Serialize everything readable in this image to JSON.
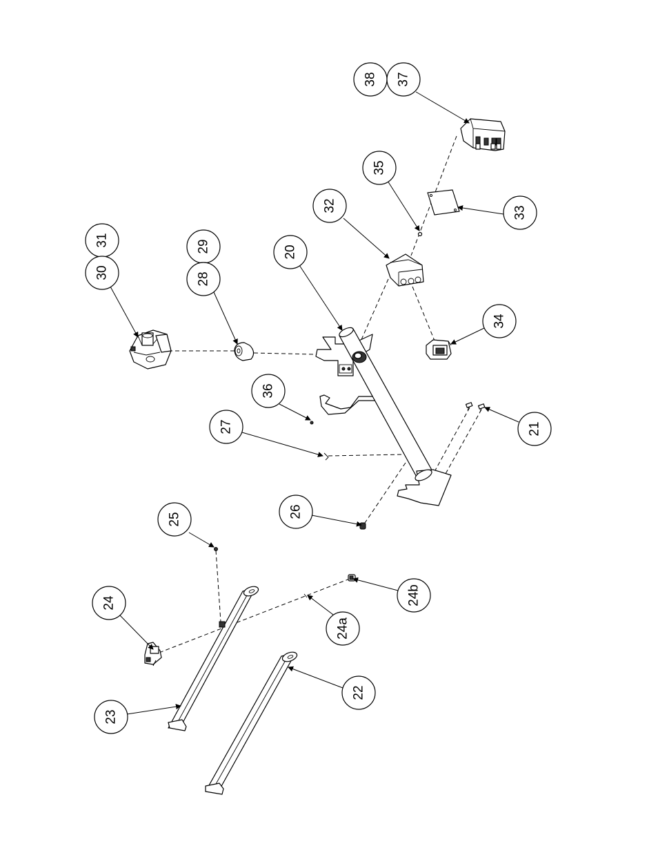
{
  "callouts": {
    "c20": "20",
    "c21": "21",
    "c22": "22",
    "c23": "23",
    "c24": "24",
    "c24a": "24a",
    "c24b": "24b",
    "c25": "25",
    "c26": "26",
    "c27": "27",
    "c28": "28",
    "c29": "29",
    "c30": "30",
    "c31": "31",
    "c32": "32",
    "c33": "33",
    "c34": "34",
    "c35": "35",
    "c36": "36",
    "c37": "37",
    "c38": "38"
  }
}
